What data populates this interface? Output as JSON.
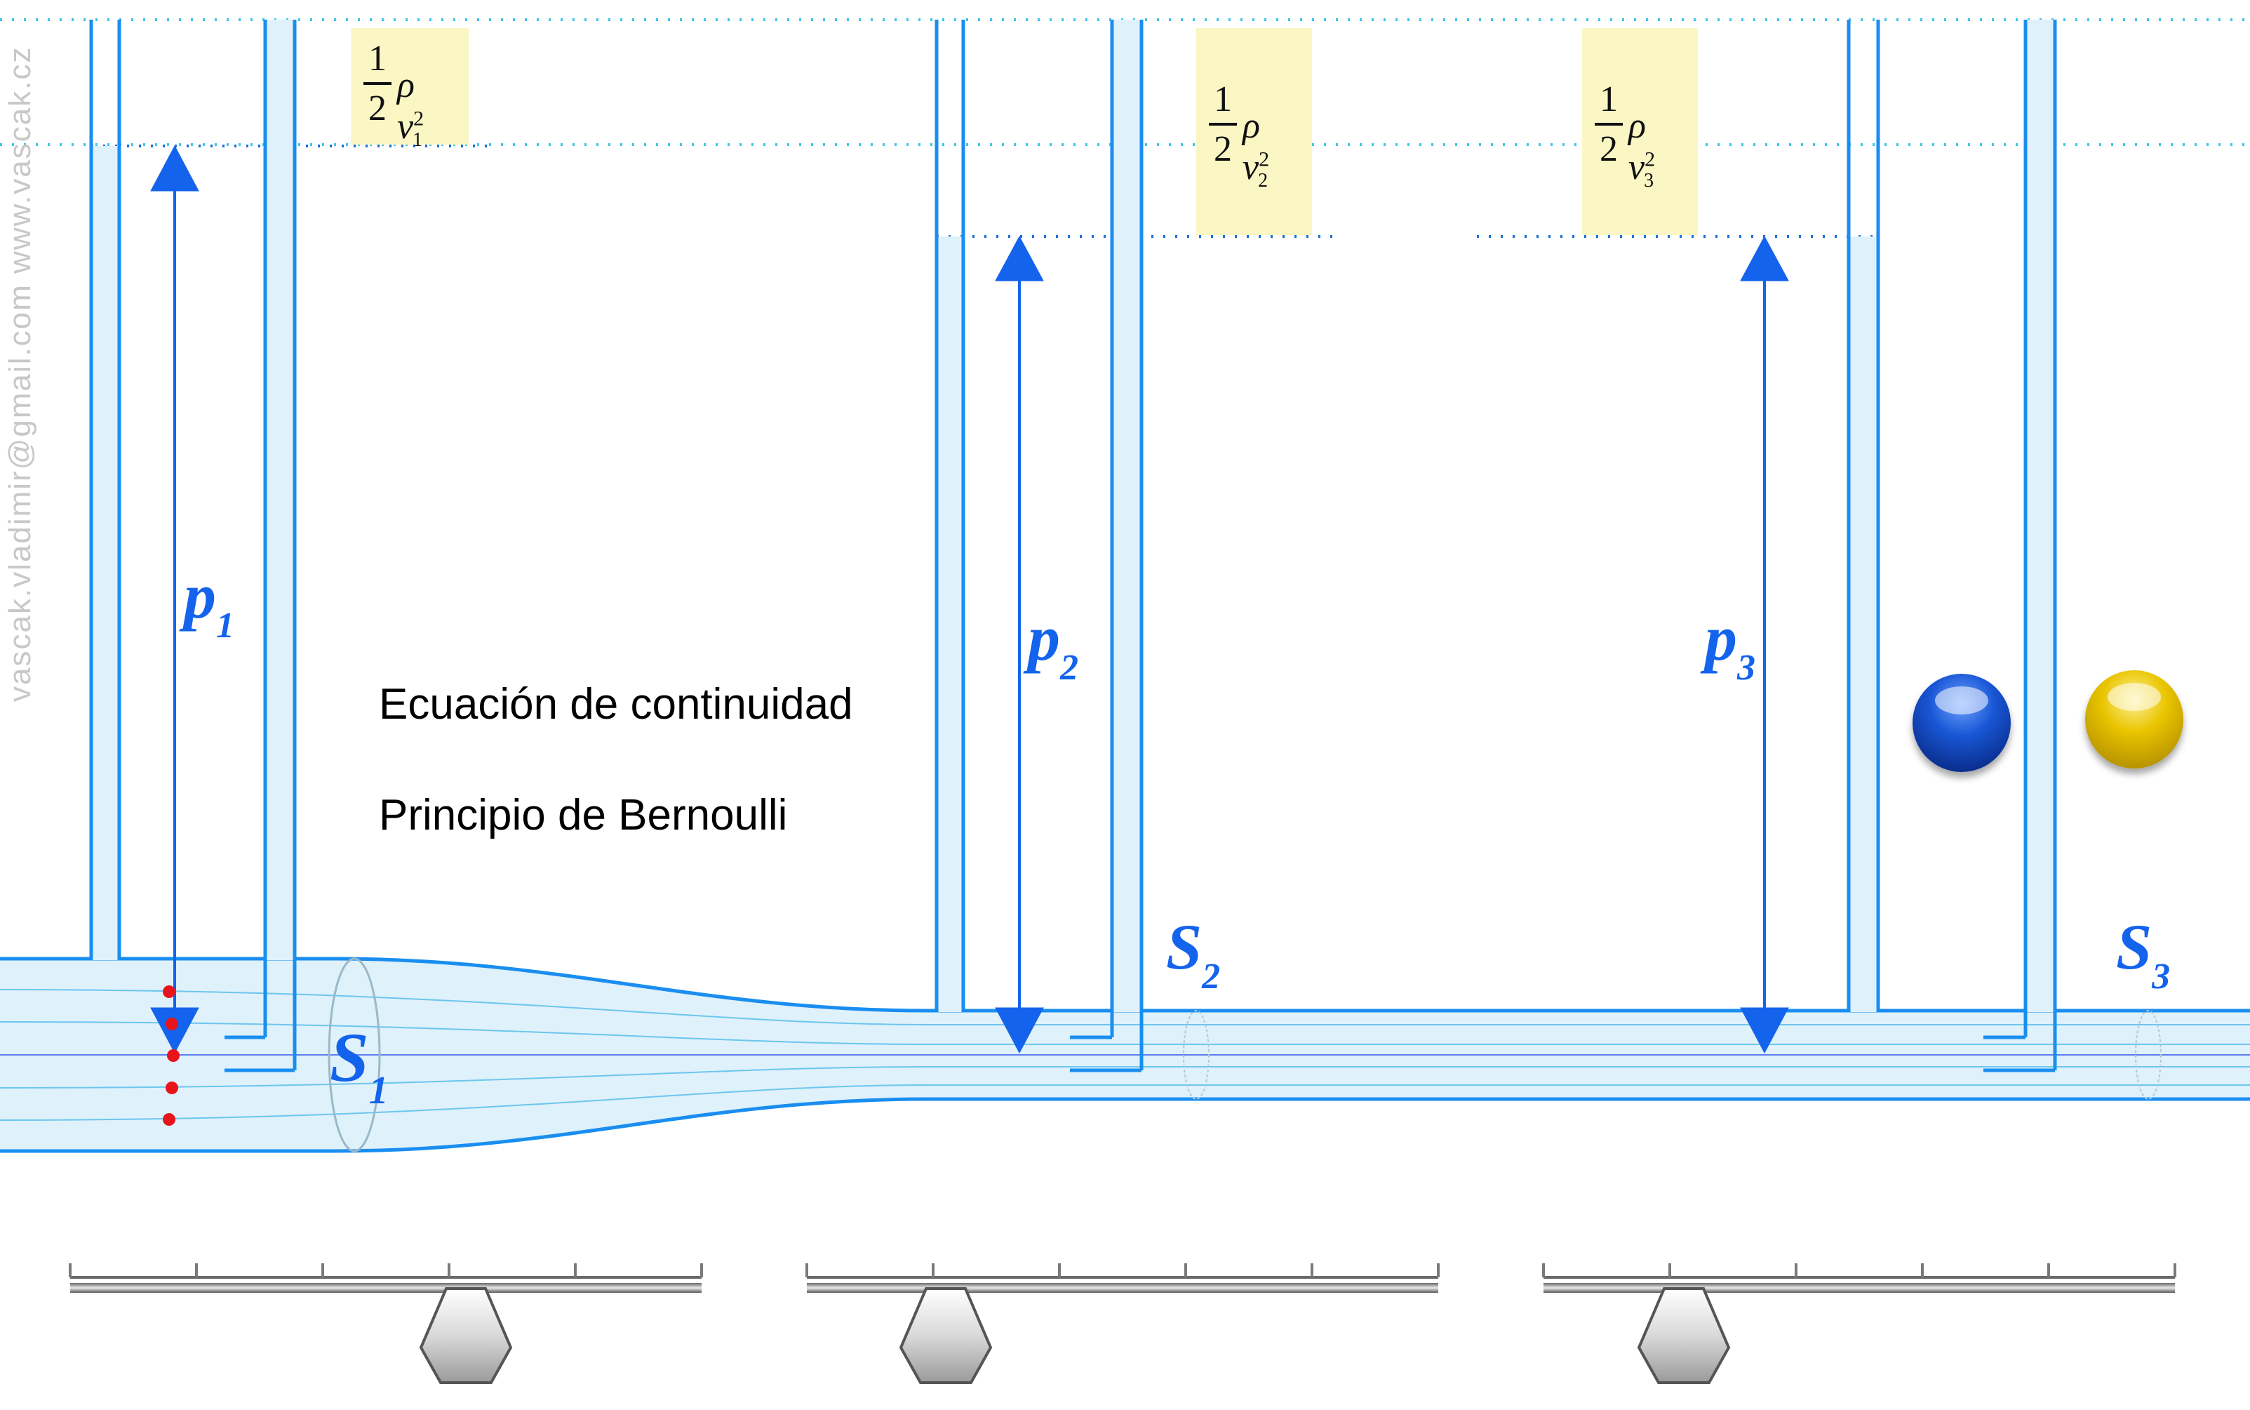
{
  "watermark": "vascak.vladimir@gmail.com    www.vascak.cz",
  "menu": {
    "continuity": "Ecuación de continuidad",
    "bernoulli": "Principio de Bernoulli"
  },
  "dynamic_pressure_labels": [
    {
      "num": "1",
      "den": "2",
      "rho": "ρ",
      "v": "v",
      "sub": "1",
      "sup": "2"
    },
    {
      "num": "1",
      "den": "2",
      "rho": "ρ",
      "v": "v",
      "sub": "2",
      "sup": "2"
    },
    {
      "num": "1",
      "den": "2",
      "rho": "ρ",
      "v": "v",
      "sub": "3",
      "sup": "2"
    }
  ],
  "pressure_labels": [
    {
      "letter": "p",
      "sub": "1"
    },
    {
      "letter": "p",
      "sub": "2"
    },
    {
      "letter": "p",
      "sub": "3"
    }
  ],
  "section_labels": [
    {
      "letter": "S",
      "sub": "1"
    },
    {
      "letter": "S",
      "sub": "2"
    },
    {
      "letter": "S",
      "sub": "3"
    }
  ],
  "colors": {
    "pipe_stroke": "#1a8ef0",
    "fluid_fill": "#dff1fb",
    "arrow": "#1463ec",
    "guide_line": "#3fc6e8",
    "highlight": "#fbf7c4",
    "particle": "#e8141c",
    "button_blue": "#1957d6",
    "button_yellow": "#e9c500"
  },
  "buttons": [
    {
      "name": "blue-button",
      "color": "blue"
    },
    {
      "name": "yellow-button",
      "color": "yellow"
    }
  ]
}
